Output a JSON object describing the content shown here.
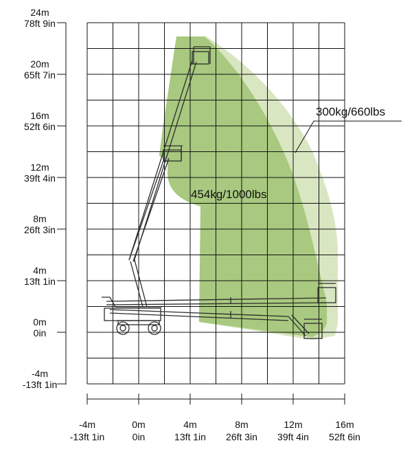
{
  "y_axis": {
    "labels": [
      {
        "metric": "24m",
        "imperial": "78ft 9in"
      },
      {
        "metric": "20m",
        "imperial": "65ft 7in"
      },
      {
        "metric": "16m",
        "imperial": "52ft 6in"
      },
      {
        "metric": "12m",
        "imperial": "39ft 4in"
      },
      {
        "metric": "8m",
        "imperial": "26ft 3in"
      },
      {
        "metric": "4m",
        "imperial": "13ft 1in"
      },
      {
        "metric": "0m",
        "imperial": "0in"
      },
      {
        "metric": "-4m",
        "imperial": "-13ft 1in"
      }
    ]
  },
  "x_axis": {
    "labels": [
      {
        "metric": "-4m",
        "imperial": "-13ft 1in"
      },
      {
        "metric": "0m",
        "imperial": "0in"
      },
      {
        "metric": "4m",
        "imperial": "13ft 1in"
      },
      {
        "metric": "8m",
        "imperial": "26ft 3in"
      },
      {
        "metric": "12m",
        "imperial": "39ft 4in"
      },
      {
        "metric": "16m",
        "imperial": "52ft 6in"
      }
    ]
  },
  "zones": {
    "light_capacity": "300kg/660lbs",
    "dark_capacity": "454kg/1000lbs"
  },
  "colors": {
    "zone_300kg": "#d9e6c2",
    "zone_454kg": "#a8c97f",
    "grid": "#111111",
    "machine": "#2b2b2b"
  },
  "icons": [
    "boom-lift-icon"
  ]
}
